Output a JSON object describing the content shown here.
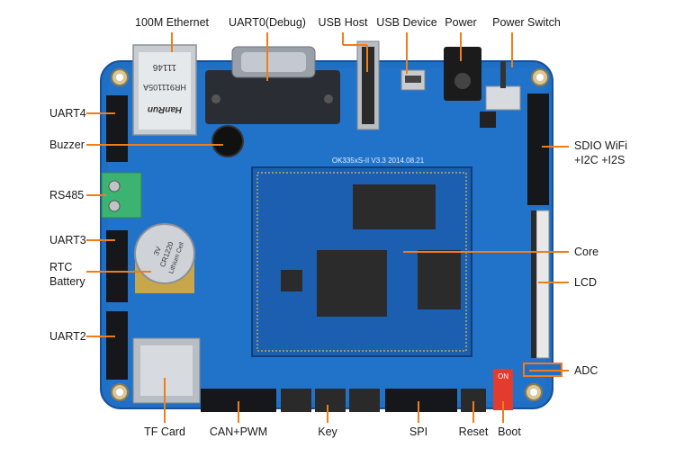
{
  "labels": {
    "ethernet": "100M Ethernet",
    "uart0": "UART0(Debug)",
    "usb_host": "USB Host",
    "usb_device": "USB Device",
    "power": "Power",
    "power_switch": "Power Switch",
    "uart4": "UART4",
    "buzzer": "Buzzer",
    "rs485": "RS485",
    "uart3": "UART3",
    "rtc_line1": "RTC",
    "rtc_line2": "Battery",
    "uart2": "UART2",
    "sdio_line1": "SDIO WiFi",
    "sdio_line2": "+I2C +I2S",
    "core": "Core",
    "lcd": "LCD",
    "adc": "ADC",
    "tf_card": "TF Card",
    "can_pwm": "CAN+PWM",
    "key": "Key",
    "spi": "SPI",
    "reset": "Reset",
    "boot": "Boot"
  },
  "board": {
    "pcb_color": "#1f6fc4",
    "accent_orange": "#f07d1a",
    "ethernet_jack_text": [
      "11146",
      "HR911105A",
      "HanRun"
    ],
    "silk_text": "OK335xS-II V3.3 2014.08.21",
    "battery_text": [
      "3V",
      "CR1220",
      "Lithium Cell"
    ],
    "on_switch_text": "ON"
  }
}
